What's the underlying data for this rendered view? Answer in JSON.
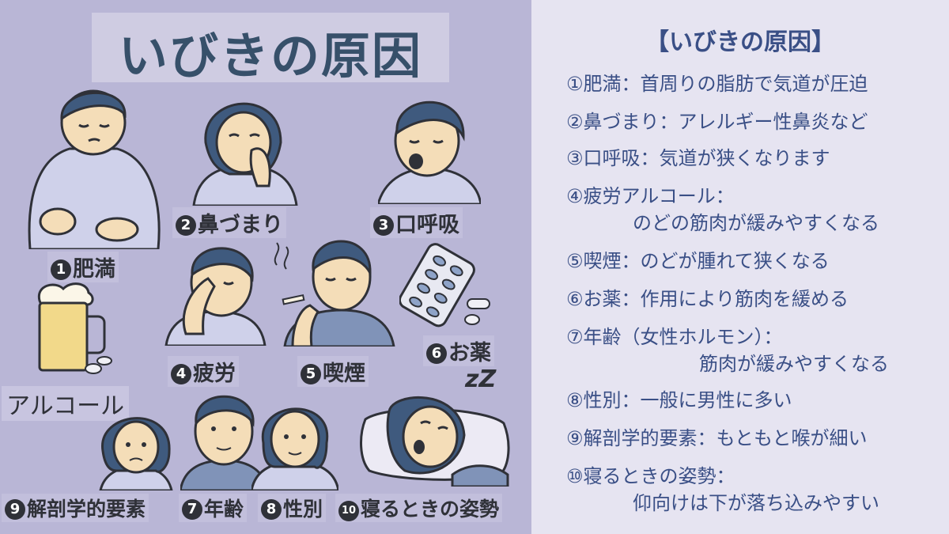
{
  "title": "いびきの原因",
  "labels": {
    "obesity": {
      "num": "1",
      "text": "肥満"
    },
    "nasal": {
      "num": "2",
      "text": "鼻づまり"
    },
    "mouth": {
      "num": "3",
      "text": "口呼吸"
    },
    "fatigue": {
      "num": "4",
      "text": "疲労"
    },
    "smoking": {
      "num": "5",
      "text": "喫煙"
    },
    "medicine": {
      "num": "6",
      "text": "お薬"
    },
    "alcohol": {
      "text": "アルコール"
    },
    "anatomy": {
      "num": "9",
      "text": "解剖学的要素"
    },
    "age": {
      "num": "7",
      "text": "年齢"
    },
    "sex": {
      "num": "8",
      "text": "性別"
    },
    "posture": {
      "num": "10",
      "text": "寝るときの姿勢"
    }
  },
  "zzz": "zZ",
  "right": {
    "title": "【いびきの原因】",
    "lines": [
      "①肥満：首周りの脂肪で気道が圧迫",
      "②鼻づまり：アレルギー性鼻炎など",
      "③口呼吸：気道が狭くなります",
      "④疲労アルコール：",
      "のどの筋肉が緩みやすくなる",
      "⑤喫煙：のどが腫れて狭くなる",
      "⑥お薬：作用により筋肉を緩める",
      "⑦年齢（女性ホルモン）：",
      "筋肉が緩みやすくなる",
      "⑧性別：一般に男性に多い",
      "⑨解剖学的要素：もともと喉が細い",
      "⑩寝るときの姿勢：",
      "仰向けは下が落ち込みやすい"
    ]
  },
  "colors": {
    "panel_left": "#b9b6d6",
    "panel_right": "#e6e4f1",
    "text_blue": "#3a4f86",
    "title_blue": "#37506a",
    "skin": "#f4ddb8",
    "hair": "#3f5a7e",
    "shirt": "#c9cbe6"
  }
}
